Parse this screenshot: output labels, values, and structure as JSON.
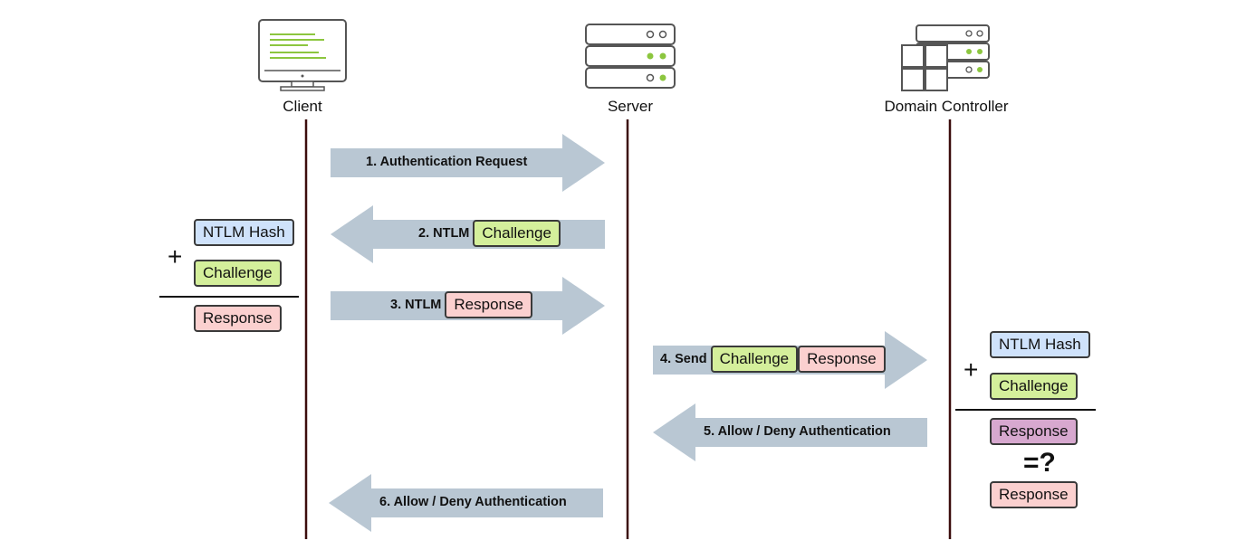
{
  "actors": {
    "client": "Client",
    "server": "Server",
    "dc": "Domain Controller"
  },
  "steps": {
    "s1": "1. Authentication Request",
    "s2": "2. NTLM",
    "s3": "3. NTLM",
    "s4": "4. Send",
    "s5": "5. Allow / Deny Authentication",
    "s6": "6. Allow / Deny Authentication"
  },
  "tokens": {
    "hash": "NTLM Hash",
    "challenge": "Challenge",
    "response": "Response"
  },
  "symbols": {
    "plus": "+",
    "equals_question": "=?"
  },
  "colors": {
    "arrow": "#b9c7d3",
    "lifeline": "#3b0d0d",
    "hash": "#cfe2fb",
    "challenge": "#d4ef9b",
    "response": "#fbd0cf",
    "computed_response": "#d7a8cf",
    "accent_green": "#8cc63f"
  }
}
